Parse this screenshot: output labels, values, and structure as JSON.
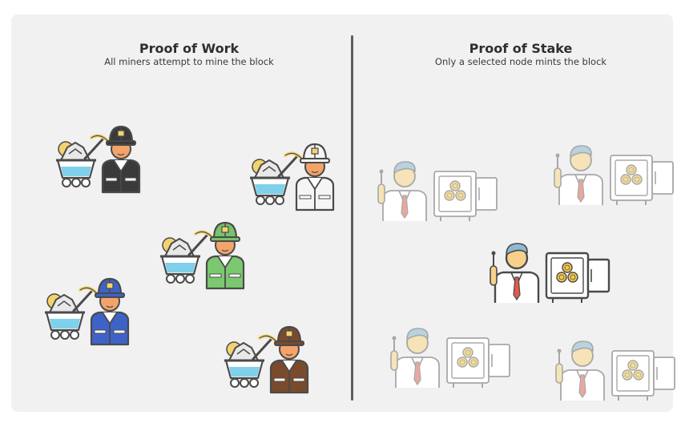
{
  "proof_of_work": {
    "title": "Proof of Work",
    "subtitle": "All miners attempt to mine the block",
    "miners": [
      {
        "helmet_color": "#3a3a3a",
        "jacket_color": "#3a3a3a"
      },
      {
        "helmet_color": "#f5f5f5",
        "jacket_color": "#f5f5f5"
      },
      {
        "helmet_color": "#78c26b",
        "jacket_color": "#7bc96f"
      },
      {
        "helmet_color": "#3e63c8",
        "jacket_color": "#3e63c8"
      },
      {
        "helmet_color": "#7a4a2c",
        "jacket_color": "#7a4a2c"
      }
    ]
  },
  "proof_of_stake": {
    "title": "Proof of Stake",
    "subtitle": "Only a selected node mints the block",
    "nodes": [
      {
        "selected": false
      },
      {
        "selected": false
      },
      {
        "selected": true
      },
      {
        "selected": false
      },
      {
        "selected": false
      }
    ]
  },
  "colors": {
    "outline": "#4a4a4a",
    "skin": "#f4a46a",
    "ore": "#e8e8e8",
    "cart_water": "#7fd0ea",
    "sun": "#f3d36e",
    "coin": "#f6c94a",
    "hair": "#8fb9d0",
    "tie": "#e05a4a",
    "faded_outline": "#a8a8a8"
  }
}
